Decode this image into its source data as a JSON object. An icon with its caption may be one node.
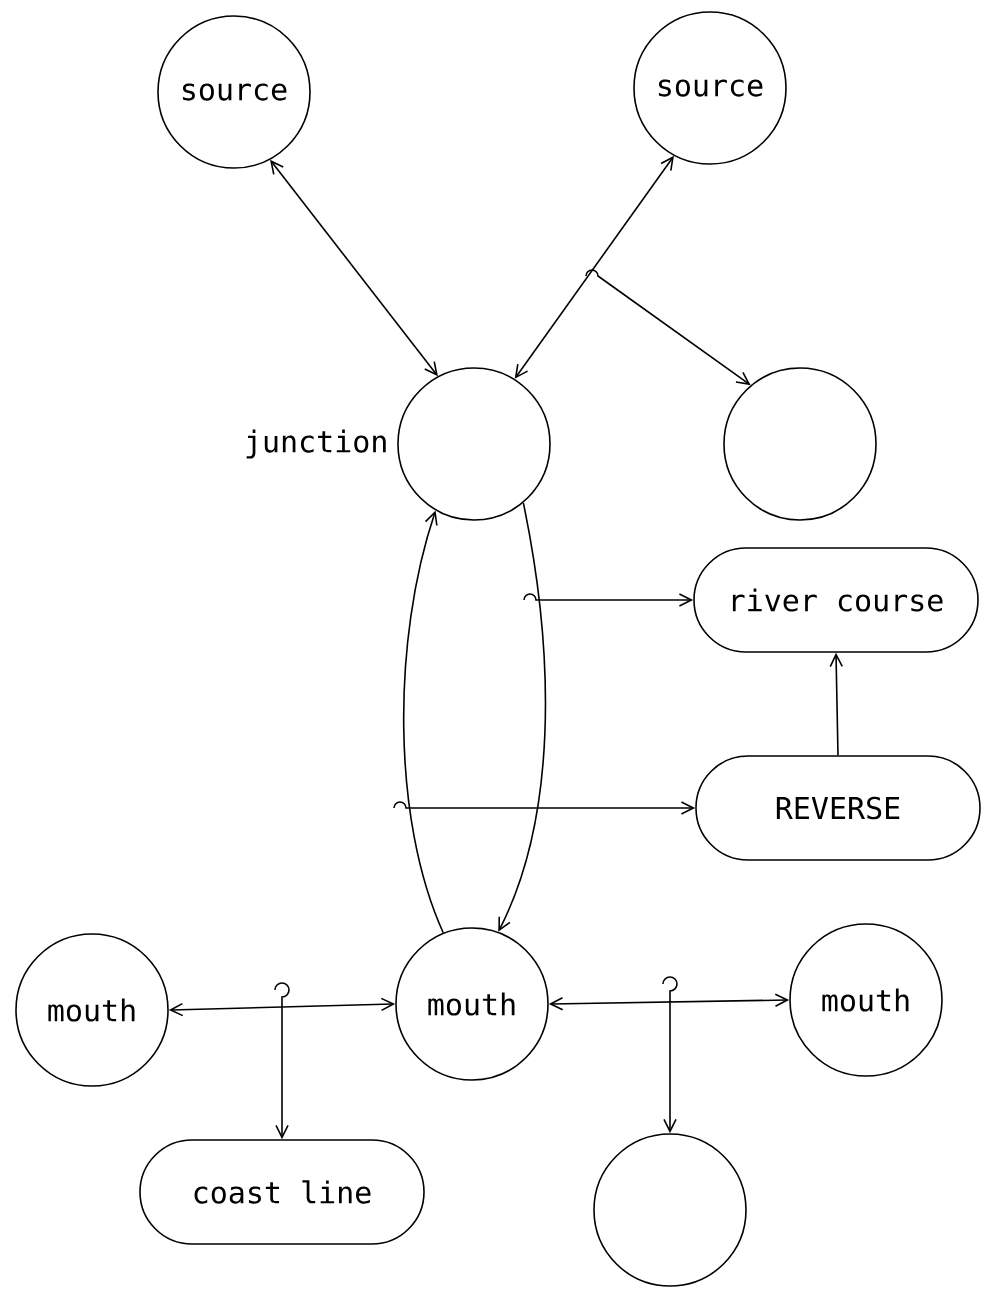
{
  "diagram": {
    "nodes": [
      {
        "text": [
          "source"
        ]
      },
      {
        "text": [
          "source"
        ]
      },
      {
        "text": [],
        "shape": "circle",
        "beside": [
          "junction"
        ]
      },
      {
        "text": [],
        "shape": "circle"
      },
      {
        "text": [
          "river course"
        ]
      },
      {
        "text": [
          "REVERSE"
        ]
      },
      {
        "text": [
          "mouth"
        ]
      },
      {
        "text": [
          "mouth"
        ]
      },
      {
        "text": [
          "mouth"
        ]
      },
      {
        "text": [
          "coast line"
        ]
      },
      {
        "text": [],
        "shape": "circle"
      }
    ],
    "edges": [
      {
        "from": 0,
        "to": 2,
        "arrow": "both"
      },
      {
        "from": 2,
        "to": 1,
        "arrow": "both"
      },
      {
        "from": null,
        "to": 3,
        "arrow": "to"
      },
      {
        "from": 2,
        "to": 7,
        "arrow": "to"
      },
      {
        "from": 7,
        "to": 2,
        "arrow": "to"
      },
      {
        "from": null,
        "to": 4,
        "arrow": "to"
      },
      {
        "from": null,
        "to": 5,
        "arrow": "to"
      },
      {
        "from": 5,
        "to": 4,
        "arrow": "to"
      },
      {
        "from": 7,
        "to": 6,
        "arrow": "both"
      },
      {
        "from": null,
        "to": 9,
        "arrow": "to"
      },
      {
        "from": 7,
        "to": 8,
        "arrow": "both"
      },
      {
        "from": null,
        "to": 10,
        "arrow": "to"
      }
    ]
  }
}
